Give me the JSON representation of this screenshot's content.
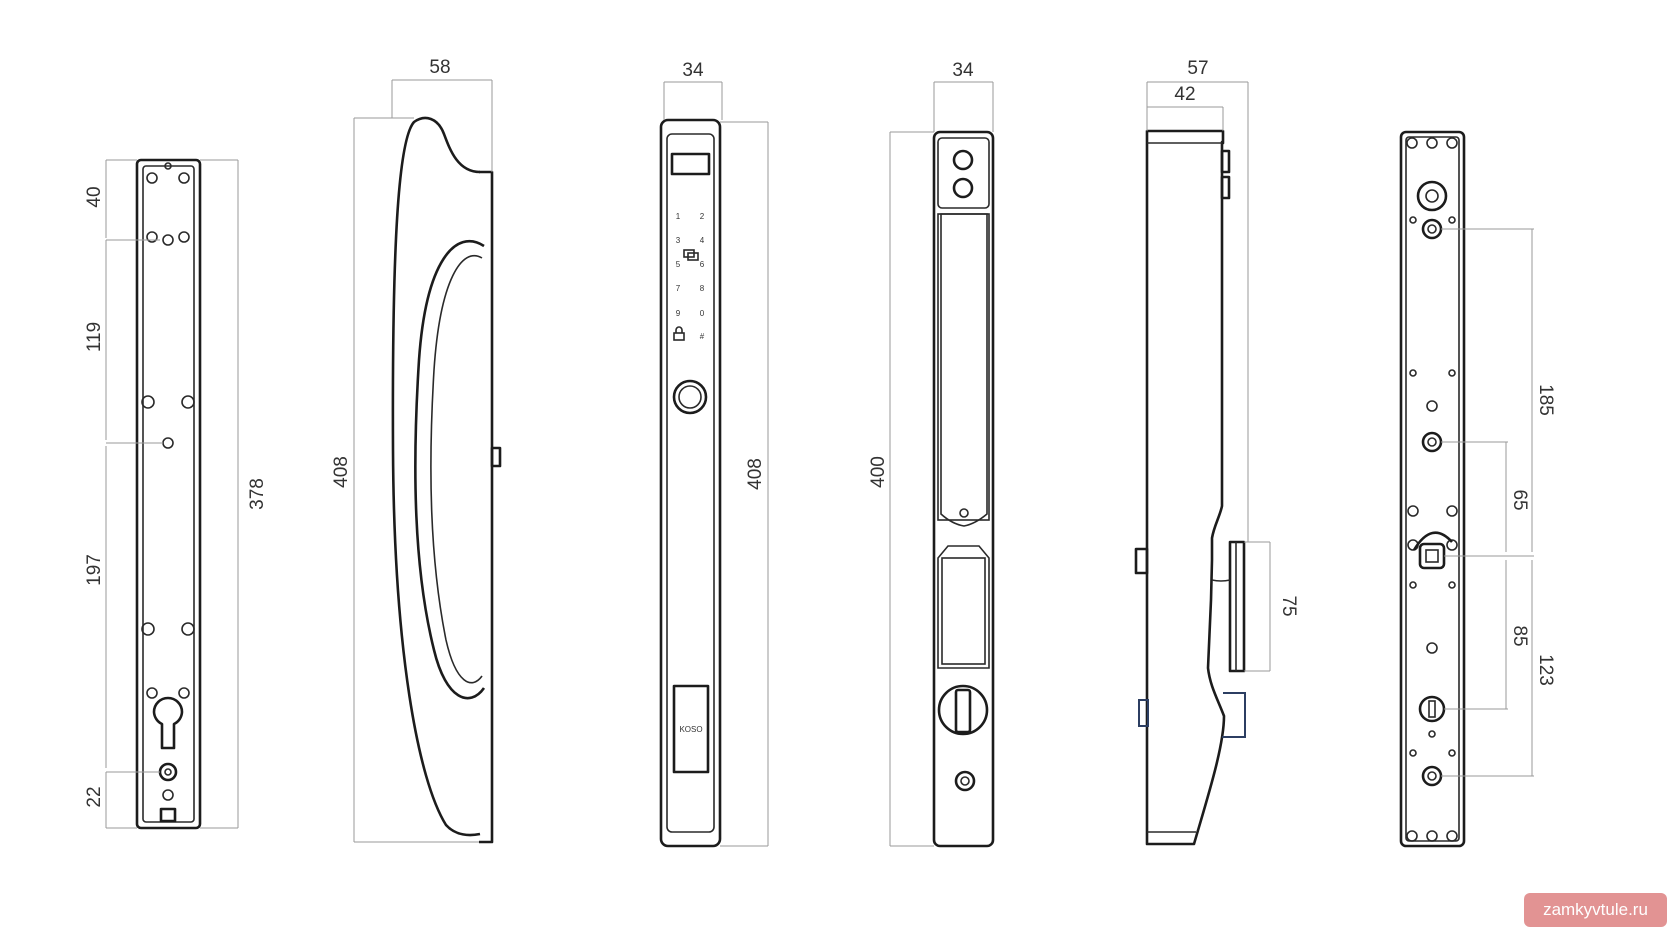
{
  "watermark": "zamkyvtule.ru",
  "views": {
    "back_plate": {
      "dims": [
        "40",
        "119",
        "197",
        "22",
        "378"
      ]
    },
    "side_handle": {
      "dims": [
        "58",
        "408"
      ]
    },
    "front_keypad": {
      "dims": [
        "34",
        "408"
      ],
      "keys": [
        "1",
        "2",
        "3",
        "4",
        "5",
        "6",
        "7",
        "8",
        "9",
        "0",
        "#"
      ],
      "logo": "KOSO"
    },
    "front_plain": {
      "dims": [
        "34",
        "400"
      ]
    },
    "side_profile": {
      "dims": [
        "57",
        "42",
        "75"
      ]
    },
    "mount_plate": {
      "dims": [
        "185",
        "65",
        "85",
        "123"
      ]
    }
  }
}
